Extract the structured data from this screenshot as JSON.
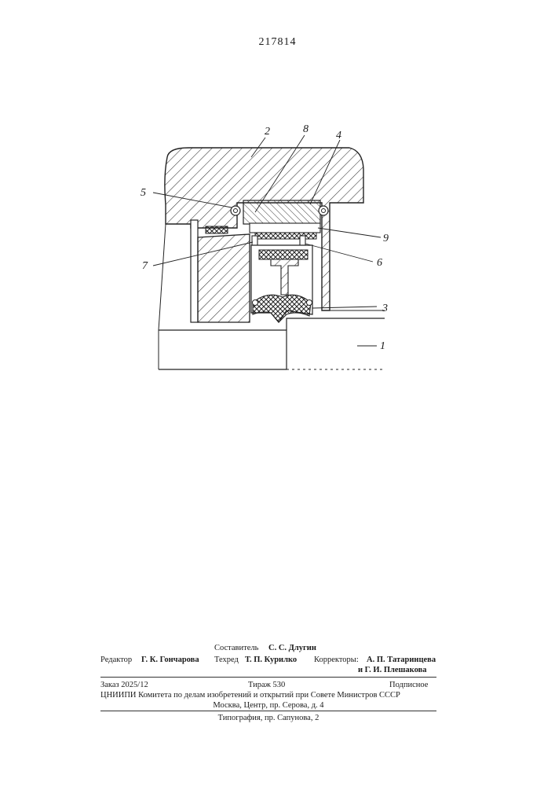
{
  "page_number": "217814",
  "figure": {
    "labels": {
      "l1": "1",
      "l2": "2",
      "l3": "3",
      "l4": "4",
      "l5": "5",
      "l6": "6",
      "l7": "7",
      "l8": "8",
      "l9": "9"
    }
  },
  "colophon": {
    "compiler_label": "Составитель",
    "compiler_name": "С. С. Длугин",
    "editor_label": "Редактор",
    "editor_name": "Г. К. Гончарова",
    "techred_label": "Техред",
    "techred_name": "Т. П. Курилко",
    "correctors_label": "Корректоры:",
    "corrector_1": "А. П. Татаринцева",
    "corrector_2": "и  Г. И. Плешакова",
    "order": "Заказ 2025/12",
    "circulation": "Тираж 530",
    "subscription": "Подписное",
    "institute": "ЦНИИПИ Комитета по делам изобретений и открытий при Совете Министров СССР",
    "address": "Москва, Центр, пр. Серова, д. 4",
    "printing": "Типография, пр. Сапунова, 2"
  }
}
